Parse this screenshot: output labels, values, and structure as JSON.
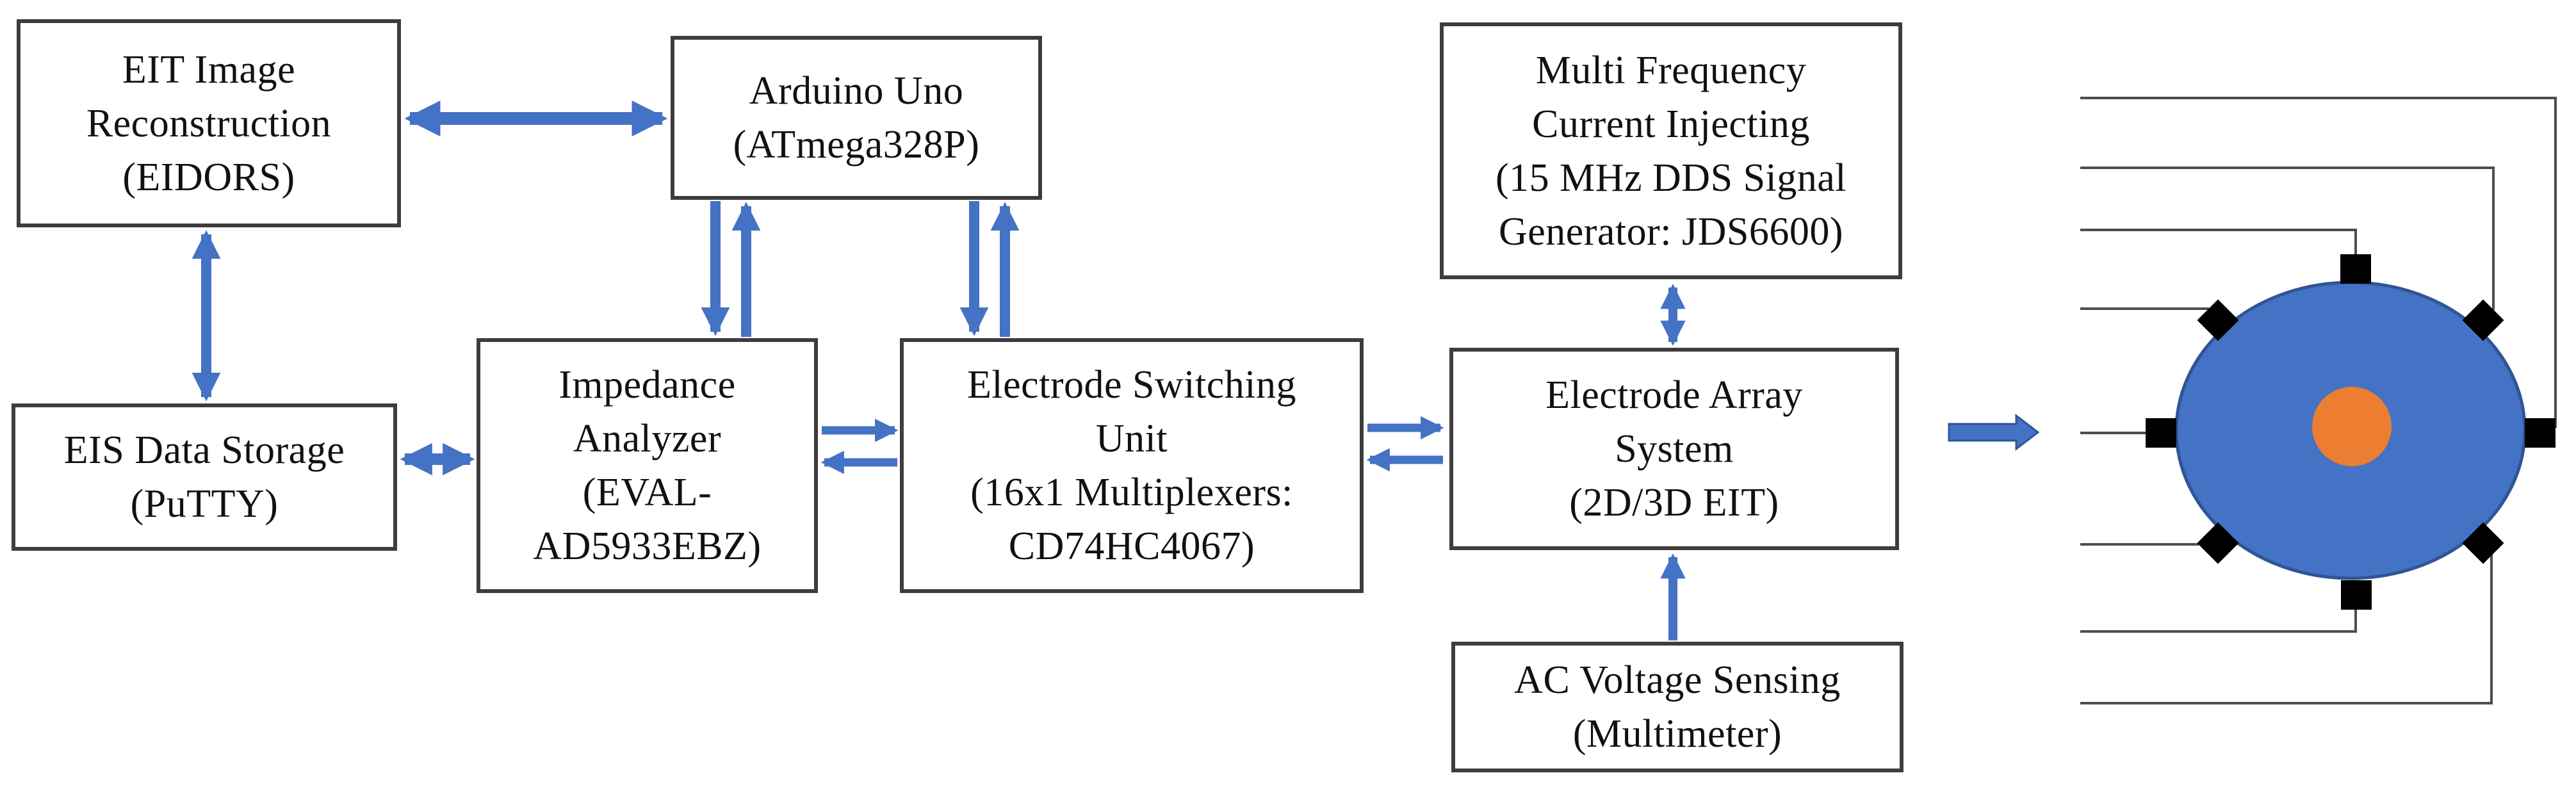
{
  "diagram": {
    "type": "block-diagram",
    "subject": "EIT / EIS measurement system architecture",
    "boxes": {
      "eit_reconstruction": {
        "text": "EIT Image\nReconstruction\n(EIDORS)"
      },
      "arduino": {
        "text": "Arduino Uno\n(ATmega328P)"
      },
      "impedance_analyzer": {
        "text": "Impedance\nAnalyzer\n(EVAL-\nAD5933EBZ)"
      },
      "electrode_switching": {
        "text": "Electrode Switching\nUnit\n(16x1 Multiplexers:\nCD74HC4067)"
      },
      "current_injector": {
        "text": "Multi Frequency\nCurrent Injecting\n(15 MHz DDS Signal\nGenerator: JDS6600)"
      },
      "electrode_array": {
        "text": "Electrode Array\nSystem\n(2D/3D EIT)"
      },
      "voltage_sensing": {
        "text": "AC Voltage Sensing\n(Multimeter)"
      },
      "eis_storage": {
        "text": "EIS Data Storage\n(PuTTY)"
      }
    },
    "connections": [
      {
        "from": "EIT Image Reconstruction (EIDORS)",
        "to": "Arduino Uno (ATmega328P)",
        "style": "double-headed horizontal arrow"
      },
      {
        "from": "EIT Image Reconstruction (EIDORS)",
        "to": "EIS Data Storage (PuTTY)",
        "style": "double-headed vertical arrow"
      },
      {
        "from": "EIS Data Storage (PuTTY)",
        "to": "Impedance Analyzer (EVAL-AD5933EBZ)",
        "style": "double-headed horizontal arrow"
      },
      {
        "from": "Arduino Uno (ATmega328P)",
        "to": "Impedance Analyzer (EVAL-AD5933EBZ)",
        "style": "pair of opposite vertical arrows"
      },
      {
        "from": "Arduino Uno (ATmega328P)",
        "to": "Electrode Switching Unit (16x1 Multiplexers: CD74HC4067)",
        "style": "pair of opposite vertical arrows"
      },
      {
        "from": "Impedance Analyzer (EVAL-AD5933EBZ)",
        "to": "Electrode Switching Unit (16x1 Multiplexers: CD74HC4067)",
        "style": "pair of opposite horizontal arrows"
      },
      {
        "from": "Electrode Switching Unit (16x1 Multiplexers: CD74HC4067)",
        "to": "Electrode Array System (2D/3D EIT)",
        "style": "pair of opposite horizontal arrows"
      },
      {
        "from": "Multi Frequency Current Injecting (15 MHz DDS Signal Generator: JDS6600)",
        "to": "Electrode Array System (2D/3D EIT)",
        "style": "double-headed vertical arrow"
      },
      {
        "from": "AC Voltage Sensing (Multimeter)",
        "to": "Electrode Array System (2D/3D EIT)",
        "style": "single upward arrow"
      },
      {
        "from": "Electrode Array System (2D/3D EIT)",
        "to": "electrode phantom tank",
        "style": "thick blue block arrow"
      }
    ],
    "phantom": {
      "description": "circular tank (blue) with central inclusion (orange)",
      "electrode_count": 8,
      "square_electrodes": 4,
      "diamond_electrodes": 4,
      "lead_wires": 8
    },
    "colors": {
      "arrow_blue": "#4472C4",
      "arrow_blue_dark": "#2F5597",
      "tank_fill": "#4472C4",
      "tank_border": "#2F5597",
      "inclusion_orange": "#ED7D31",
      "electrode_black": "#000000",
      "box_border": "#3d3d3d",
      "wire_gray": "#4d4d4d",
      "text": "#111111",
      "background": "#ffffff"
    }
  }
}
